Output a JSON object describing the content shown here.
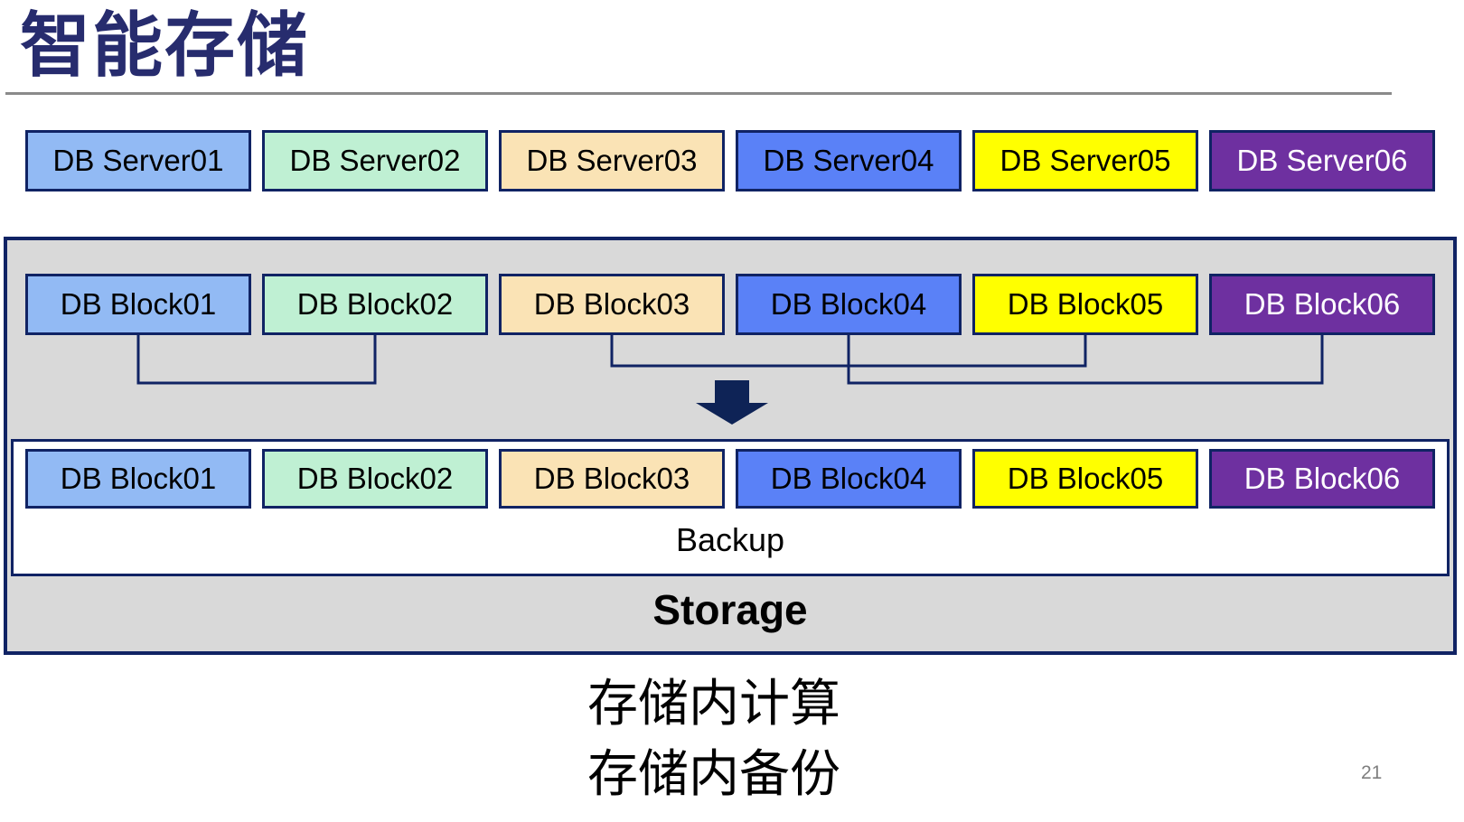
{
  "title": {
    "text": "智能存储"
  },
  "servers": [
    {
      "label": "DB Server01"
    },
    {
      "label": "DB Server02"
    },
    {
      "label": "DB Server03"
    },
    {
      "label": "DB Server04"
    },
    {
      "label": "DB Server05"
    },
    {
      "label": "DB Server06"
    }
  ],
  "storage": {
    "blocks_top": [
      {
        "label": "DB Block01"
      },
      {
        "label": "DB Block02"
      },
      {
        "label": "DB Block03"
      },
      {
        "label": "DB Block04"
      },
      {
        "label": "DB Block05"
      },
      {
        "label": "DB Block06"
      }
    ],
    "blocks_bottom": [
      {
        "label": "DB Block01"
      },
      {
        "label": "DB Block02"
      },
      {
        "label": "DB Block03"
      },
      {
        "label": "DB Block04"
      },
      {
        "label": "DB Block05"
      },
      {
        "label": "DB Block06"
      }
    ],
    "connections": [
      [
        "DB Block01",
        "DB Block02"
      ],
      [
        "DB Block03",
        "DB Block05"
      ],
      [
        "DB Block04",
        "DB Block06"
      ]
    ],
    "arrow": "down-arrow from paired blocks to backup copy",
    "backup_label": "Backup",
    "storage_label": "Storage"
  },
  "captions": {
    "line1": "存储内计算",
    "line2": "存储内备份"
  },
  "page_number": "21",
  "colors": {
    "title": "#272C6E",
    "border_navy": "#102364",
    "arrow_navy": "#0E2356",
    "panel_gray": "#D9D9D9",
    "box_fills": [
      "#92BAF4",
      "#BFF0D3",
      "#FAE3B5",
      "#5A81F7",
      "#FFFF00",
      "#6E30A0"
    ],
    "box_text_last": "#FFFFFF",
    "rule_gray": "#8A8A8A",
    "page_number_gray": "#7F7F7F"
  }
}
